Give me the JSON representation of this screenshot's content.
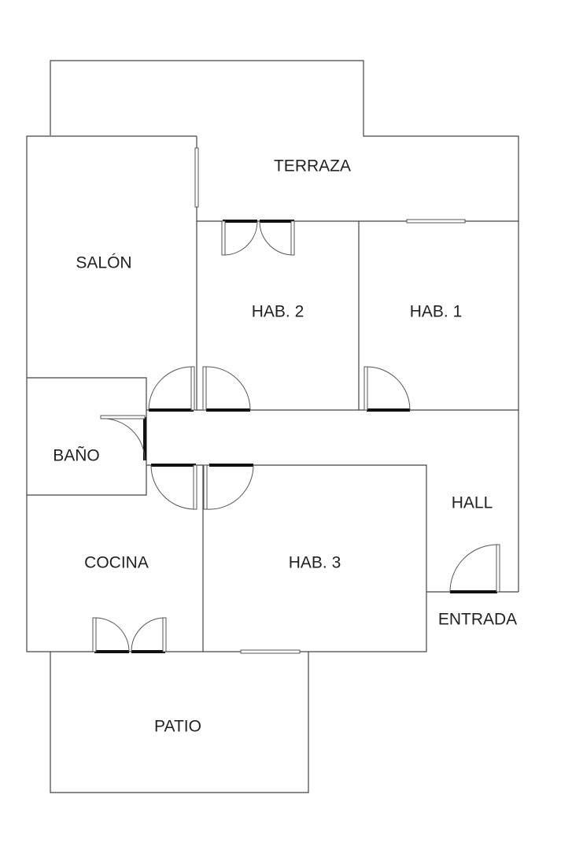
{
  "plan": {
    "rooms": {
      "terraza": "TERRAZA",
      "salon": "SALÓN",
      "hab2": "HAB. 2",
      "hab1": "HAB. 1",
      "bano": "BAÑO",
      "hall": "HALL",
      "cocina": "COCINA",
      "hab3": "HAB. 3",
      "entrada": "ENTRADA",
      "patio": "PATIO"
    },
    "colors": {
      "wall": "#444444",
      "door": "#111111",
      "label": "#222222"
    }
  }
}
